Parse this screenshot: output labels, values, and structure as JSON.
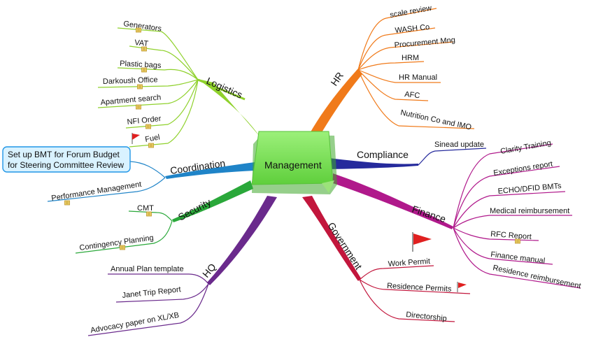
{
  "central": {
    "label": "Management",
    "color": "#7fe15a"
  },
  "branches": {
    "logistics": {
      "label": "Logistics",
      "color": "#8fd12c"
    },
    "hr": {
      "label": "HR",
      "color": "#f07a1a"
    },
    "compliance": {
      "label": "Compliance",
      "color": "#252a9c"
    },
    "finance": {
      "label": "Finance",
      "color": "#b0198b"
    },
    "government": {
      "label": "Government",
      "color": "#c2163c"
    },
    "hq": {
      "label": "HQ",
      "color": "#6a2a8c"
    },
    "security": {
      "label": "Security",
      "color": "#2aa83a"
    },
    "coordination": {
      "label": "Coordination",
      "color": "#1f84c8"
    }
  },
  "leaves": {
    "logistics": [
      "Generators",
      "VAT",
      "Plastic bags",
      "Darkoush Office",
      "Apartment search",
      "NFI Order",
      "Fuel"
    ],
    "hr": [
      "scale review",
      "WASH Co",
      "Procurement Mng",
      "HRM",
      "HR Manual",
      "AFC",
      "Nutrition Co and IMO"
    ],
    "compliance": [
      "Sinead update"
    ],
    "finance": [
      "Clarity Training",
      "Exceptions report",
      "ECHO/DFID BMTs",
      "Medical reimbursement",
      "RFC Report",
      "Finance manual",
      "Residence reimbursement"
    ],
    "government": [
      "Work Permit",
      "Residence Permits",
      "Directorship"
    ],
    "hq": [
      "Annual Plan template",
      "Janet Trip Report",
      "Advocacy paper on XL/XB"
    ],
    "security": [
      "CMT",
      "Contingency Planning"
    ],
    "coordination": [
      "Performance Management"
    ]
  },
  "callout": {
    "line1": "Set up BMT for Forum Budget",
    "line2": "for Steering Committee Review"
  },
  "icons": {
    "flag": "red-flag-icon",
    "note": "note-icon"
  }
}
